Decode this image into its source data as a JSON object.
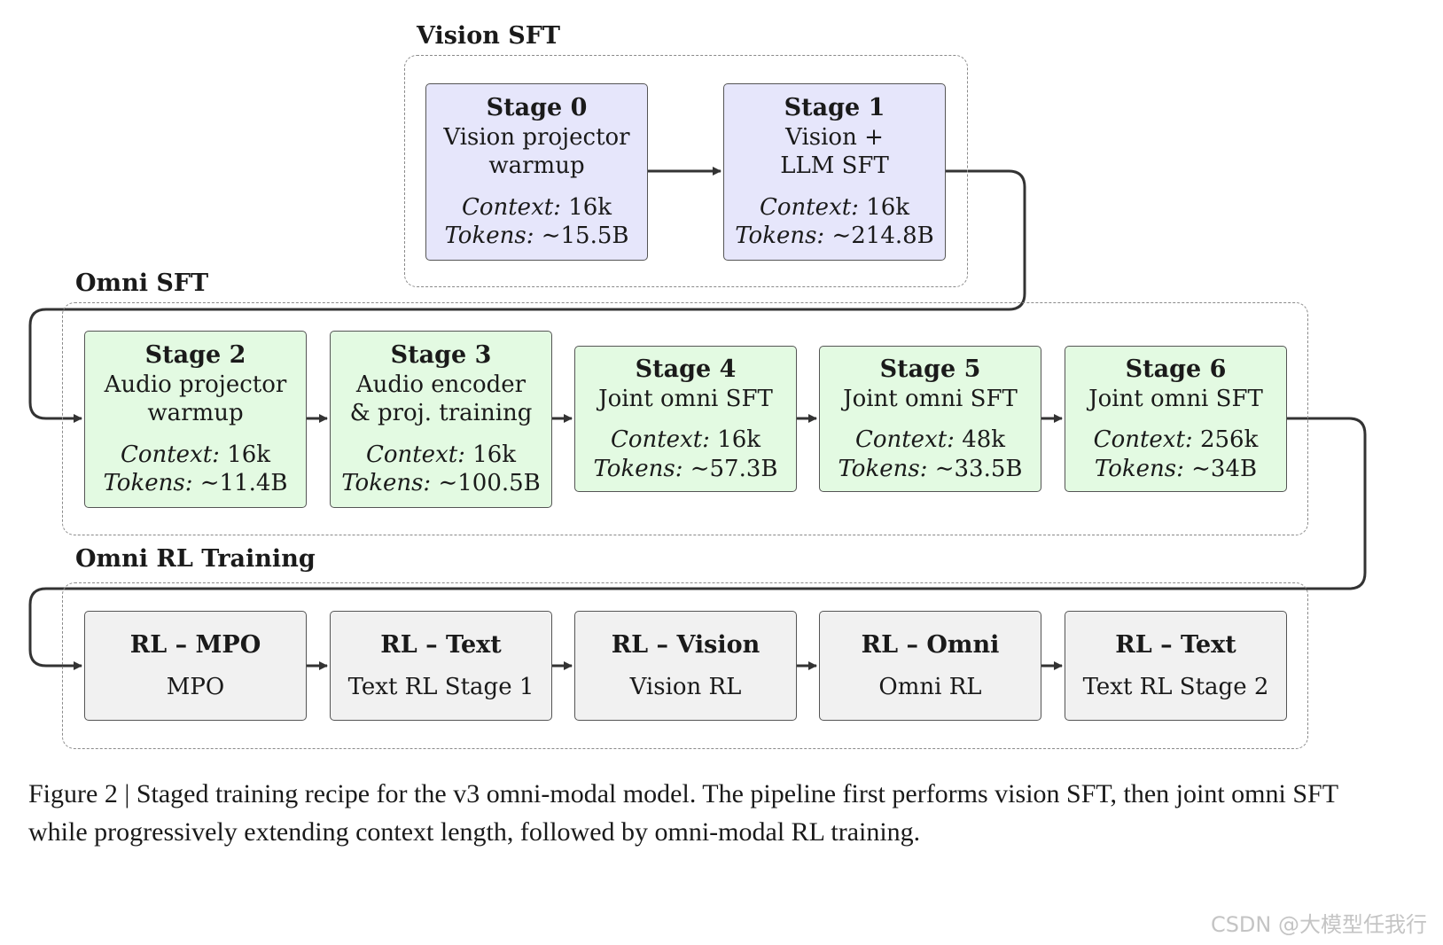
{
  "groups": {
    "vision": "Vision SFT",
    "omni": "Omni SFT",
    "rl": "Omni RL Training"
  },
  "labels": {
    "context": "Context:",
    "tokens": "Tokens:"
  },
  "stages": [
    {
      "title": "Stage 0",
      "desc": "Vision projector\nwarmup",
      "context": "16k",
      "tokens": "∼15.5B"
    },
    {
      "title": "Stage 1",
      "desc": "Vision +\nLLM SFT",
      "context": "16k",
      "tokens": "∼214.8B"
    },
    {
      "title": "Stage 2",
      "desc": "Audio projector\nwarmup",
      "context": "16k",
      "tokens": "∼11.4B"
    },
    {
      "title": "Stage 3",
      "desc": "Audio encoder\n& proj. training",
      "context": "16k",
      "tokens": "∼100.5B"
    },
    {
      "title": "Stage 4",
      "desc": "Joint omni SFT",
      "context": "16k",
      "tokens": "∼57.3B"
    },
    {
      "title": "Stage 5",
      "desc": "Joint omni SFT",
      "context": "48k",
      "tokens": "∼33.5B"
    },
    {
      "title": "Stage 6",
      "desc": "Joint omni SFT",
      "context": "256k",
      "tokens": "∼34B"
    }
  ],
  "rl_stages": [
    {
      "title": "RL – MPO",
      "desc": "MPO"
    },
    {
      "title": "RL – Text",
      "desc": "Text RL Stage 1"
    },
    {
      "title": "RL – Vision",
      "desc": "Vision RL"
    },
    {
      "title": "RL – Omni",
      "desc": "Omni RL"
    },
    {
      "title": "RL – Text",
      "desc": "Text RL Stage 2"
    }
  ],
  "caption": "Figure 2 | Staged training recipe for the v3 omni-modal model. The pipeline first performs vision SFT, then joint omni SFT while progressively extending context length, followed by omni-modal RL training.",
  "watermark": "CSDN @大模型任我行",
  "colors": {
    "vision_fill": "#e6e6fb",
    "omni_fill": "#e3fae2",
    "rl_fill": "#f1f1f1",
    "arrow": "#333333",
    "dashed_border": "#8a8a8a"
  }
}
